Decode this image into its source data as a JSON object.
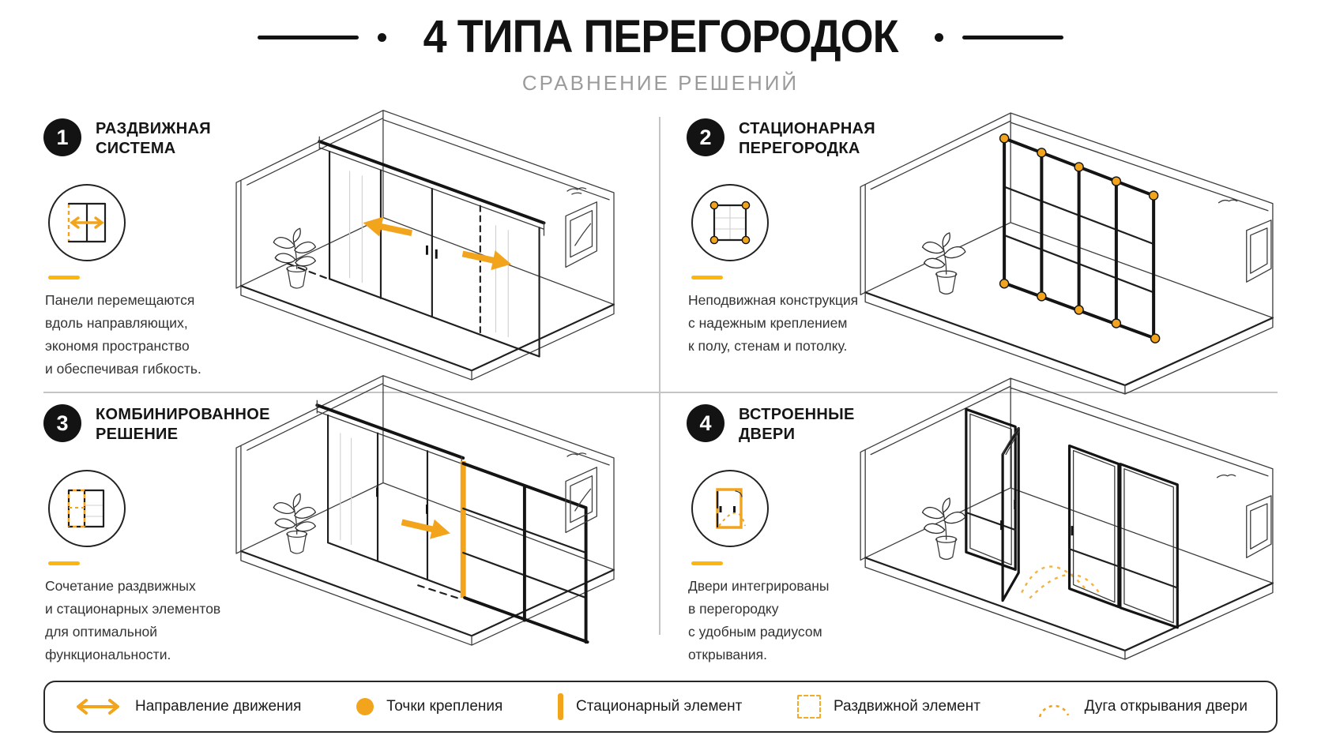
{
  "header": {
    "title": "4 ТИПА ПЕРЕГОРОДОК",
    "subtitle": "СРАВНЕНИЕ РЕШЕНИЙ"
  },
  "quadrants": [
    {
      "number": "1",
      "title": "РАЗДВИЖНАЯ\nСИСТЕМА",
      "description": "Панели перемещаются\nвдоль направляющих,\nэкономя пространство\nи обеспечивая гибкость."
    },
    {
      "number": "2",
      "title": "СТАЦИОНАРНАЯ\nПЕРЕГОРОДКА",
      "description": "Неподвижная конструкция\nс надежным креплением\nк полу, стенам и потолку."
    },
    {
      "number": "3",
      "title": "КОМБИНИРОВАННОЕ\nРЕШЕНИЕ",
      "description": "Сочетание раздвижных\nи стационарных элементов\nдля оптимальной\nфункциональности."
    },
    {
      "number": "4",
      "title": "ВСТРОЕННЫЕ\nДВЕРИ",
      "description": "Двери интегрированы\nв перегородку\nс удобным радиусом\nоткрывания."
    }
  ],
  "legend": {
    "items": [
      {
        "icon": "direction-arrow-icon",
        "label": "Направление движения"
      },
      {
        "icon": "attachment-point-icon",
        "label": "Точки крепления"
      },
      {
        "icon": "stationary-element-icon",
        "label": "Стационарный элемент"
      },
      {
        "icon": "sliding-element-icon",
        "label": "Раздвижной элемент"
      },
      {
        "icon": "door-arc-icon",
        "label": "Дуга открывания двери"
      }
    ]
  },
  "colors": {
    "accent": "#F2A41C",
    "accent_bright": "#FFB60A",
    "ink": "#141414",
    "muted_gray": "#9B9B9B"
  }
}
